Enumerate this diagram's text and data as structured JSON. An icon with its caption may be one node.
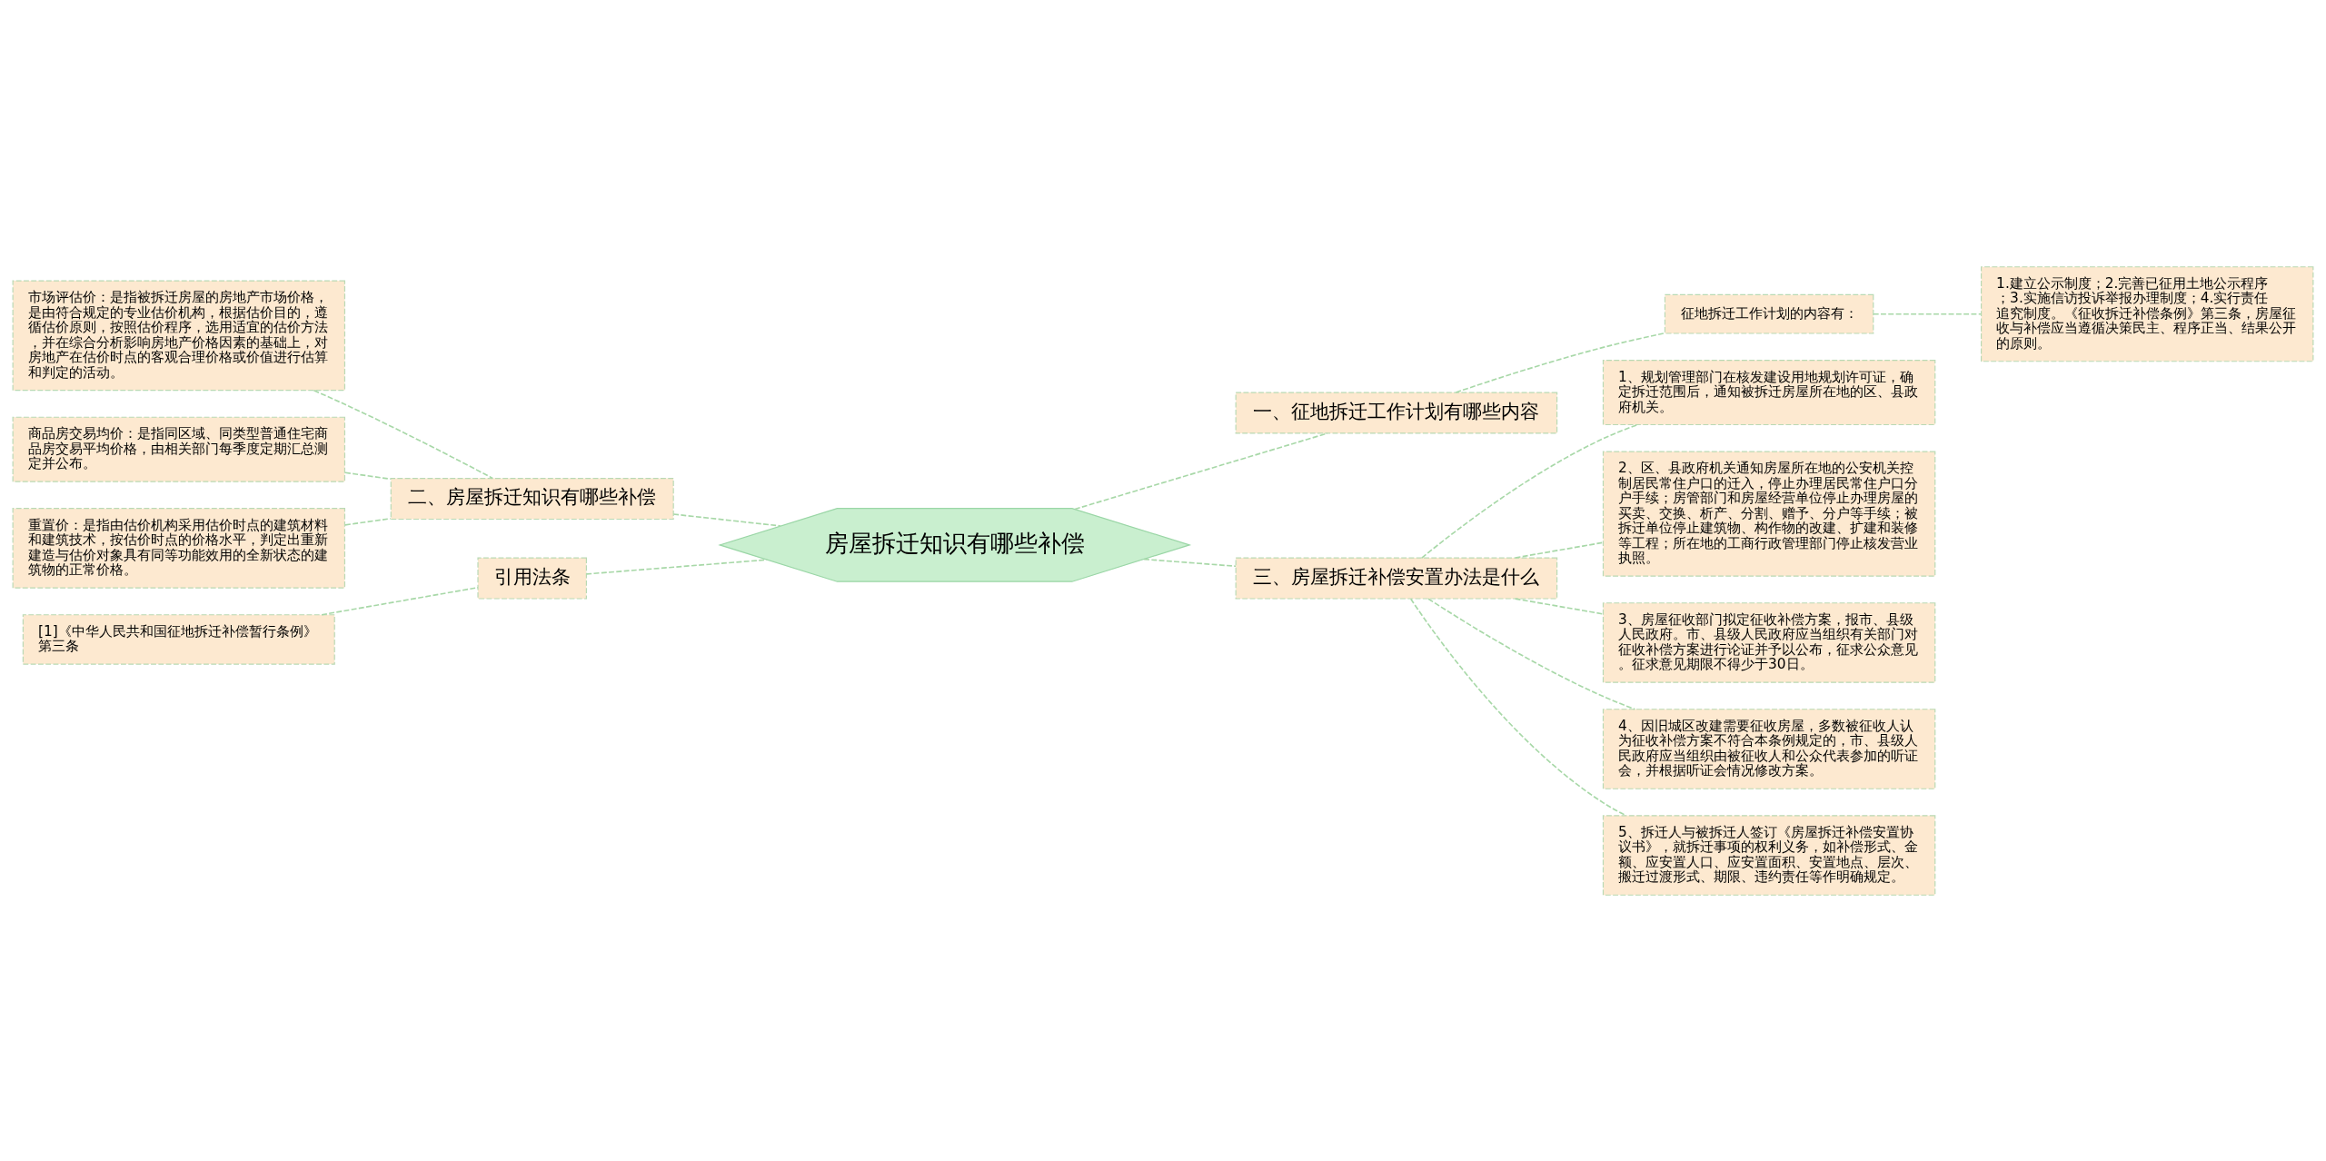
{
  "diagram": {
    "nodes": [
      {
        "text": [
          "房屋拆迁知识有哪些补偿"
        ]
      },
      {
        "text": [
          "一、征地拆迁工作计划有哪些内容"
        ]
      },
      {
        "text": [
          "征地拆迁工作计划的内容有："
        ]
      },
      {
        "text": [
          "1.建立公示制度；2.完善已征用土地公示程序；3.实施信访投诉举报办理制度；4.实行责任追究制度。《征收拆迁补偿条例》第三条，房屋征收与补偿应当遵循决策民主、程序正当、结果公开的原则。"
        ]
      },
      {
        "text": [
          "三、房屋拆迁补偿安置办法是什么"
        ]
      },
      {
        "text": [
          "1、规划管理部门在核发建设用地规划许可证，确定拆迁范围后，通知被拆迁房屋所在地的区、县政府机关。"
        ]
      },
      {
        "text": [
          "2、区、县政府机关通知房屋所在地的公安机关控制居民常住户口的迁入，停止办理居民常住户口分户手续；房管部门和房屋经营单位停止办理房屋的买卖、交换、析产、分割、赠予、分户等手续；被拆迁单位停止建筑物、构作物的改建、扩建和装修等工程；所在地的工商行政管理部门停止核发营业执照。"
        ]
      },
      {
        "text": [
          "3、房屋征收部门拟定征收补偿方案，报市、县级人民政府。市、县级人民政府应当组织有关部门对征收补偿方案进行论证并予以公布，征求公众意见。征求意见期限不得少于30日。"
        ]
      },
      {
        "text": [
          "4、因旧城区改建需要征收房屋，多数被征收人认为征收补偿方案不符合本条例规定的，市、县级人民政府应当组织由被征收人和公众代表参加的听证会，并根据听证会情况修改方案。"
        ]
      },
      {
        "text": [
          "5、拆迁人与被拆迁人签订《房屋拆迁补偿安置协议书》，就拆迁事项的权利义务，如补偿形式、金额、应安置人口、应安置面积、安置地点、层次、搬迁过渡形式、期限、违约责任等作明确规定。"
        ]
      },
      {
        "text": [
          "二、房屋拆迁知识有哪些补偿"
        ]
      },
      {
        "text": [
          "市场评估价：是指被拆迁房屋的房地产市场价格，是由符合规定的专业估价机构，根据估价目的，遵循估价原则，按照估价程序，选用适宜的估价方法，并在综合分析影响房地产价格因素的基础上，对房地产在估价时点的客观合理价格或价值进行估算和判定的活动。"
        ]
      },
      {
        "text": [
          "商品房交易均价：是指同区域、同类型普通住宅商品房交易平均价格，由相关部门每季度定期汇总测定并公布。"
        ]
      },
      {
        "text": [
          "重置价：是指由估价机构采用估价时点的建筑材料和建筑技术，按估价时点的价格水平，判定出重新建造与估价对象具有同等功能效用的全新状态的建筑物的正常价格。"
        ]
      },
      {
        "text": [
          "引用法条"
        ]
      },
      {
        "text": [
          "[1]《中华人民共和国征地拆迁补偿暂行条例》第三条"
        ]
      }
    ],
    "edges": [
      {
        "from": 0,
        "to": 1,
        "arrow": "none"
      },
      {
        "from": 1,
        "to": 2,
        "arrow": "none"
      },
      {
        "from": 2,
        "to": 3,
        "arrow": "none"
      },
      {
        "from": 0,
        "to": 4,
        "arrow": "none"
      },
      {
        "from": 4,
        "to": 5,
        "arrow": "none"
      },
      {
        "from": 4,
        "to": 6,
        "arrow": "none"
      },
      {
        "from": 4,
        "to": 7,
        "arrow": "none"
      },
      {
        "from": 4,
        "to": 8,
        "arrow": "none"
      },
      {
        "from": 4,
        "to": 9,
        "arrow": "none"
      },
      {
        "from": 0,
        "to": 10,
        "arrow": "none"
      },
      {
        "from": 10,
        "to": 11,
        "arrow": "none"
      },
      {
        "from": 10,
        "to": 12,
        "arrow": "none"
      },
      {
        "from": 10,
        "to": 13,
        "arrow": "none"
      },
      {
        "from": 0,
        "to": 14,
        "arrow": "none"
      },
      {
        "from": 14,
        "to": 15,
        "arrow": "none"
      }
    ]
  }
}
